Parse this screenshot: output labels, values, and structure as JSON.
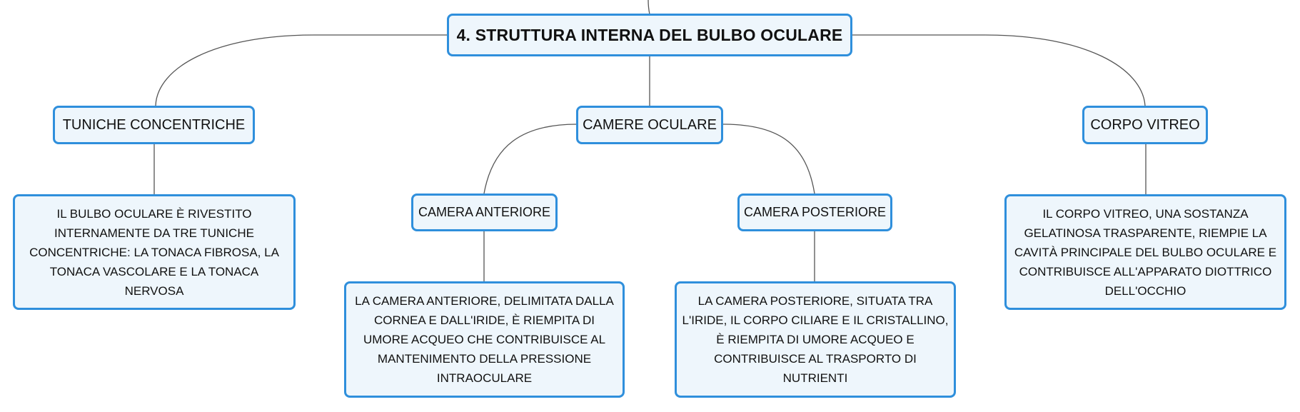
{
  "map": {
    "root": "4. STRUTTURA INTERNA DEL BULBO OCULARE",
    "tuniche": {
      "title": "TUNICHE CONCENTRICHE",
      "detail": "IL BULBO OCULARE È RIVESTITO INTERNAMENTE DA TRE TUNICHE CONCENTRICHE: LA TONACA FIBROSA, LA TONACA VASCOLARE E LA TONACA NERVOSA"
    },
    "camere": {
      "title": "CAMERE OCULARE",
      "anteriore": {
        "title": "CAMERA ANTERIORE",
        "detail": "LA CAMERA ANTERIORE, DELIMITATA DALLA CORNEA E DALL'IRIDE, È RIEMPITA DI UMORE ACQUEO CHE CONTRIBUISCE AL MANTENIMENTO DELLA PRESSIONE INTRAOCULARE"
      },
      "posteriore": {
        "title": "CAMERA POSTERIORE",
        "detail": "LA CAMERA POSTERIORE, SITUATA TRA L'IRIDE, IL CORPO CILIARE E IL CRISTALLINO, È RIEMPITA DI UMORE ACQUEO E CONTRIBUISCE AL TRASPORTO DI NUTRIENTI"
      }
    },
    "vitreo": {
      "title": "CORPO VITREO",
      "detail": "IL CORPO VITREO, UNA SOSTANZA GELATINOSA TRASPARENTE, RIEMPIE LA CAVITÀ PRINCIPALE DEL BULBO OCULARE E CONTRIBUISCE ALL'APPARATO DIOTTRICO DELL'OCCHIO"
    }
  },
  "colors": {
    "node_border": "#2f8fdc",
    "node_fill": "#eef6fc",
    "connector": "#555555"
  }
}
